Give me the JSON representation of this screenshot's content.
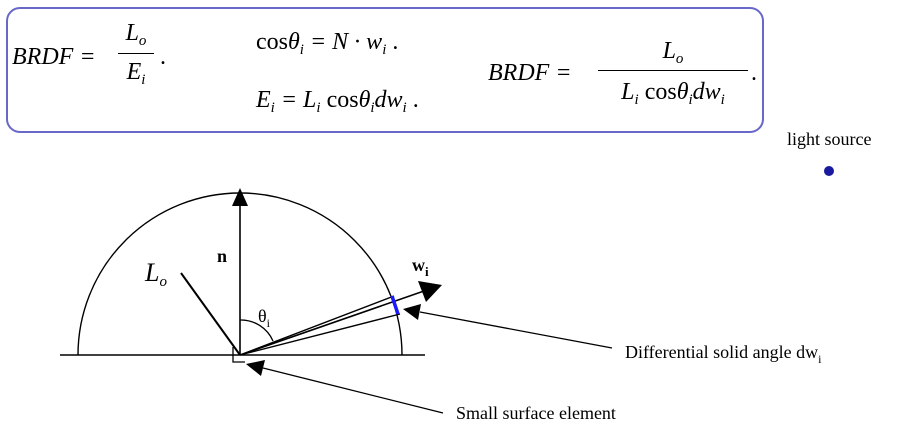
{
  "formulas": {
    "f1_lhs": "BRDF =",
    "f1_num_sym": "L",
    "f1_num_sub": "o",
    "f1_den_sym": "E",
    "f1_den_sub": "i",
    "f1_tail": ".",
    "f2_cos": "cos",
    "f2_theta": "θ",
    "f2_theta_sub": "i",
    "f2_rhs": " = N · w",
    "f2_w_sub": "i",
    "f2_tail": " .",
    "f3_E": "E",
    "f3_E_sub": "i",
    "f3_eq": " = L",
    "f3_L_sub": "i",
    "f3_cos": " cos",
    "f3_theta": "θ",
    "f3_theta_sub": "i",
    "f3_dw": "dw",
    "f3_dw_sub": "i",
    "f3_tail": " .",
    "f4_lhs": "BRDF =",
    "f4_num_sym": "L",
    "f4_num_sub": "o",
    "f4_den_L": "L",
    "f4_den_L_sub": "i",
    "f4_den_cos": " cos",
    "f4_den_theta": "θ",
    "f4_den_theta_sub": "i",
    "f4_den_dw": "dw",
    "f4_den_dw_sub": "i",
    "f4_tail": "."
  },
  "labels": {
    "light_source": "light source",
    "normal": "n",
    "lo_sym": "L",
    "lo_sub": "o",
    "wi_sym": "w",
    "wi_sub": "i",
    "theta_sym": "θ",
    "theta_sub": "i",
    "solid_angle": "Differential solid angle  dw",
    "solid_angle_sub": "i",
    "surface": "Small surface element"
  },
  "colors": {
    "box_border": "#6868c8",
    "light_source_dot": "#1a1aa0",
    "solid_angle_patch": "#1a1aff",
    "ink": "#000000"
  }
}
